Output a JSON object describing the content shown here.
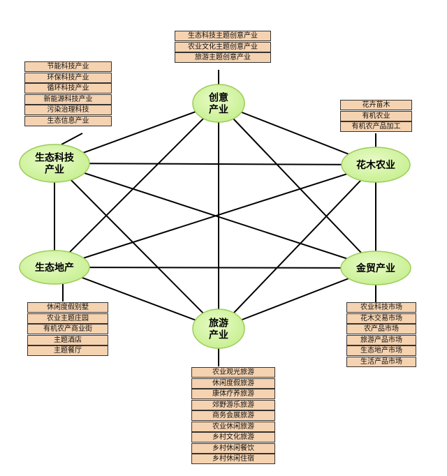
{
  "colors": {
    "node_fill": "#c6ef8e",
    "node_fill_light": "#e8fbc8",
    "node_stroke": "#9ccc5a",
    "box_fill": "#f5d2b0",
    "line": "#000000"
  },
  "nodes": {
    "chuangyi": {
      "lines": [
        "创意",
        "产业"
      ]
    },
    "shengtai_keji": {
      "lines": [
        "生态科技",
        "产业"
      ]
    },
    "huamu": {
      "lines": [
        "花木农业"
      ]
    },
    "shengtai_dichan": {
      "lines": [
        "生态地产"
      ]
    },
    "jinmao": {
      "lines": [
        "金贸产业"
      ]
    },
    "lvyou": {
      "lines": [
        "旅游",
        "产业"
      ]
    }
  },
  "boxes": {
    "chuangyi": [
      "生态科技主题创意产业",
      "农业文化主题创意产业",
      "旅游主题创意产业"
    ],
    "shengtai_keji": [
      "节能科技产业",
      "环保科技产业",
      "循环科技产业",
      "新能源科技产业",
      "污染治理科技",
      "生态信息产业"
    ],
    "huamu": [
      "花卉苗木",
      "有机农业",
      "有机农产品加工"
    ],
    "shengtai_dichan": [
      "休闲度假别墅",
      "农业主题庄园",
      "有机农产商业街",
      "主题酒店",
      "主题餐厅"
    ],
    "jinmao": [
      "农业科技市场",
      "花木交易市场",
      "农产品市场",
      "旅游产品市场",
      "生态地产市场",
      "生活产品市场"
    ],
    "lvyou": [
      "农业观光旅游",
      "休闲度假旅游",
      "康体疗养旅游",
      "郊野游乐旅游",
      "商务会展旅游",
      "农业休闲旅游",
      "乡村文化旅游",
      "乡村休闲餐饮",
      "乡村休闲住宿"
    ]
  }
}
